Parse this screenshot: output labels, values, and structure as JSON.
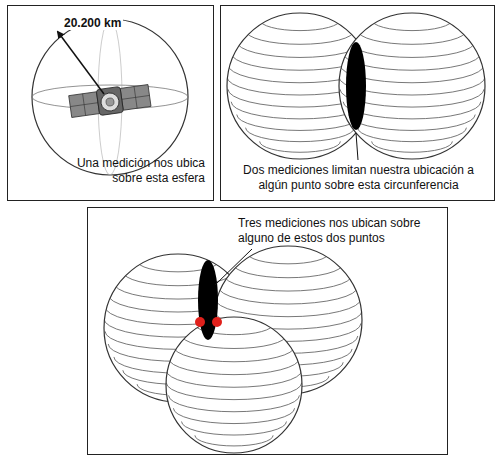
{
  "diagram": {
    "nodes": [
      {
        "text": [
          "Una medición nos ubica sobre esta esfera"
        ]
      },
      {
        "text": [
          "Dos mediciones limitan nuestra ubicación a algún punto sobre esta circunferencia"
        ]
      },
      {
        "text": [
          "Tres mediciones nos ubican sobre alguno de estos dos puntos"
        ]
      }
    ],
    "labels": [
      "20.200 km"
    ]
  }
}
